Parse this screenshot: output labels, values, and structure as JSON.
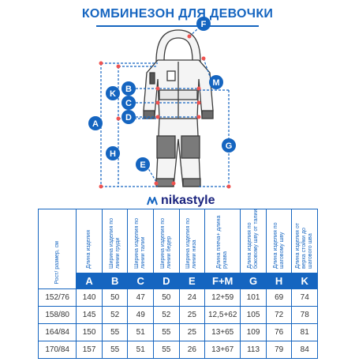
{
  "title": "КОМБИНЕЗОН ДЛЯ ДЕВОЧКИ",
  "brand": {
    "name": "nikastyle",
    "logo_icon": "nikastyle-logo-icon"
  },
  "colors": {
    "accent": "#1565c0",
    "dot": "#ef5350",
    "text": "#333333"
  },
  "diagram_labels": [
    "A",
    "K",
    "B",
    "C",
    "D",
    "E",
    "H",
    "F",
    "M",
    "G"
  ],
  "table": {
    "corner_label": "Рост/ размер, см",
    "headers": [
      "Длина изделия",
      "Ширина изделия по линии груди",
      "Ширина изделия по линии талии",
      "Ширина изделия по линии бедер",
      "Ширина изделия по линии низа",
      "Длина плеча+ длина рукава",
      "Длина изделия по боковому шву от талии",
      "Длина изделия по шаговому шву",
      "Длина изделия от верха стойки до шагового шва"
    ],
    "letters": [
      "A",
      "B",
      "C",
      "D",
      "E",
      "F+M",
      "G",
      "H",
      "K"
    ],
    "rows": [
      {
        "size": "152/76",
        "values": [
          "140",
          "50",
          "47",
          "50",
          "24",
          "12+59",
          "101",
          "69",
          "74"
        ]
      },
      {
        "size": "158/80",
        "values": [
          "145",
          "52",
          "49",
          "52",
          "25",
          "12,5+62",
          "105",
          "72",
          "78"
        ]
      },
      {
        "size": "164/84",
        "values": [
          "150",
          "55",
          "51",
          "55",
          "25",
          "13+65",
          "109",
          "76",
          "81"
        ]
      },
      {
        "size": "170/84",
        "values": [
          "157",
          "55",
          "51",
          "55",
          "26",
          "13+67",
          "113",
          "79",
          "84"
        ]
      }
    ]
  }
}
